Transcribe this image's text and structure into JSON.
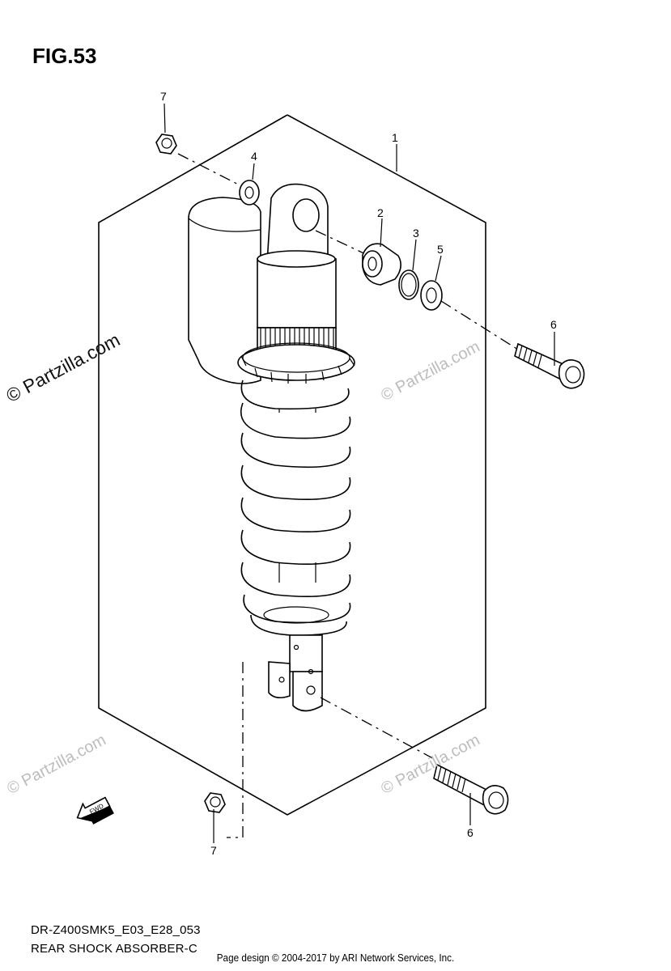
{
  "figure": {
    "title": "FIG.53"
  },
  "callouts": {
    "c1": "1",
    "c2": "2",
    "c3": "3",
    "c4": "4",
    "c5": "5",
    "c6_top": "6",
    "c6_bottom": "6",
    "c7_top": "7",
    "c7_bottom": "7"
  },
  "watermarks": {
    "main": "© Partzilla.com",
    "light1": "© Partzilla.com",
    "light2": "© Partzilla.com",
    "light3": "© Partzilla.com"
  },
  "fwd_label": "FWD",
  "model_code": "DR-Z400SMK5_E03_E28_053",
  "part_title": "REAR SHOCK ABSORBER-C",
  "footer": "Page design © 2004-2017 by ARI Network Services, Inc.",
  "icons": [
    "fwd-arrow-icon"
  ]
}
